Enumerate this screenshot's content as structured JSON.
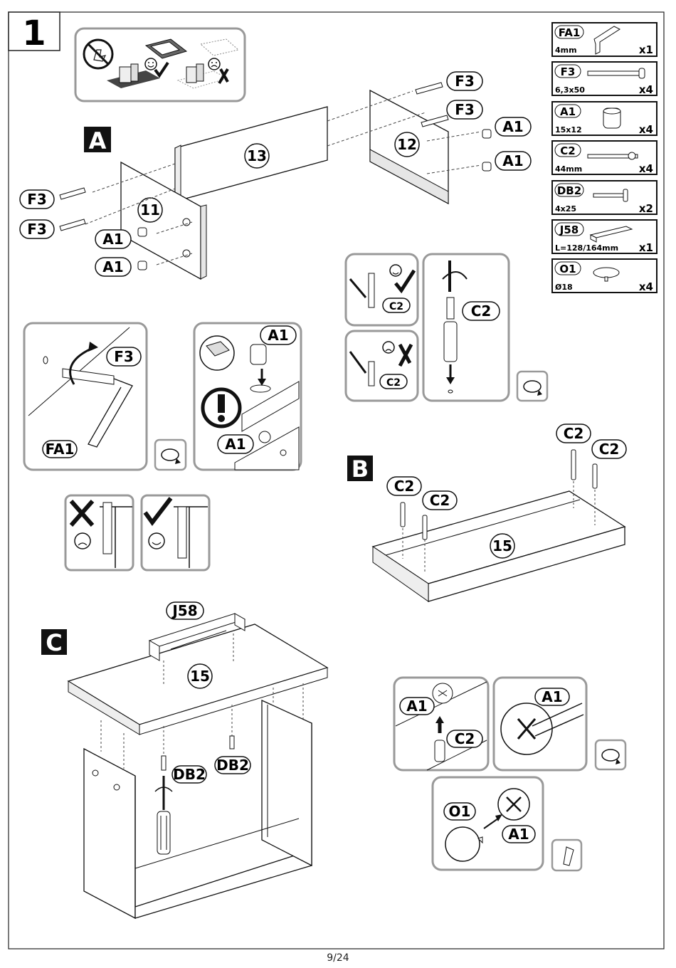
{
  "step_number": "1",
  "sections": {
    "a": "A",
    "b": "B",
    "c": "C"
  },
  "hardware": [
    {
      "code": "FA1",
      "size": "4mm",
      "qty": "x1"
    },
    {
      "code": "F3",
      "size": "6,3x50",
      "qty": "x4"
    },
    {
      "code": "A1",
      "size": "15x12",
      "qty": "x4"
    },
    {
      "code": "C2",
      "size": "44mm",
      "qty": "x4"
    },
    {
      "code": "DB2",
      "size": "4x25",
      "qty": "x2"
    },
    {
      "code": "J58",
      "size": "L=128/164mm",
      "qty": "x1"
    },
    {
      "code": "O1",
      "size": "Ø18",
      "qty": "x4"
    }
  ],
  "parts": {
    "p11": "11",
    "p12": "12",
    "p13": "13",
    "p15": "15"
  },
  "labels": {
    "f3": "F3",
    "a1": "A1",
    "c2": "C2",
    "fa1": "FA1",
    "db2": "DB2",
    "j58": "J58",
    "o1": "O1"
  },
  "footer": {
    "page": "9/24"
  }
}
